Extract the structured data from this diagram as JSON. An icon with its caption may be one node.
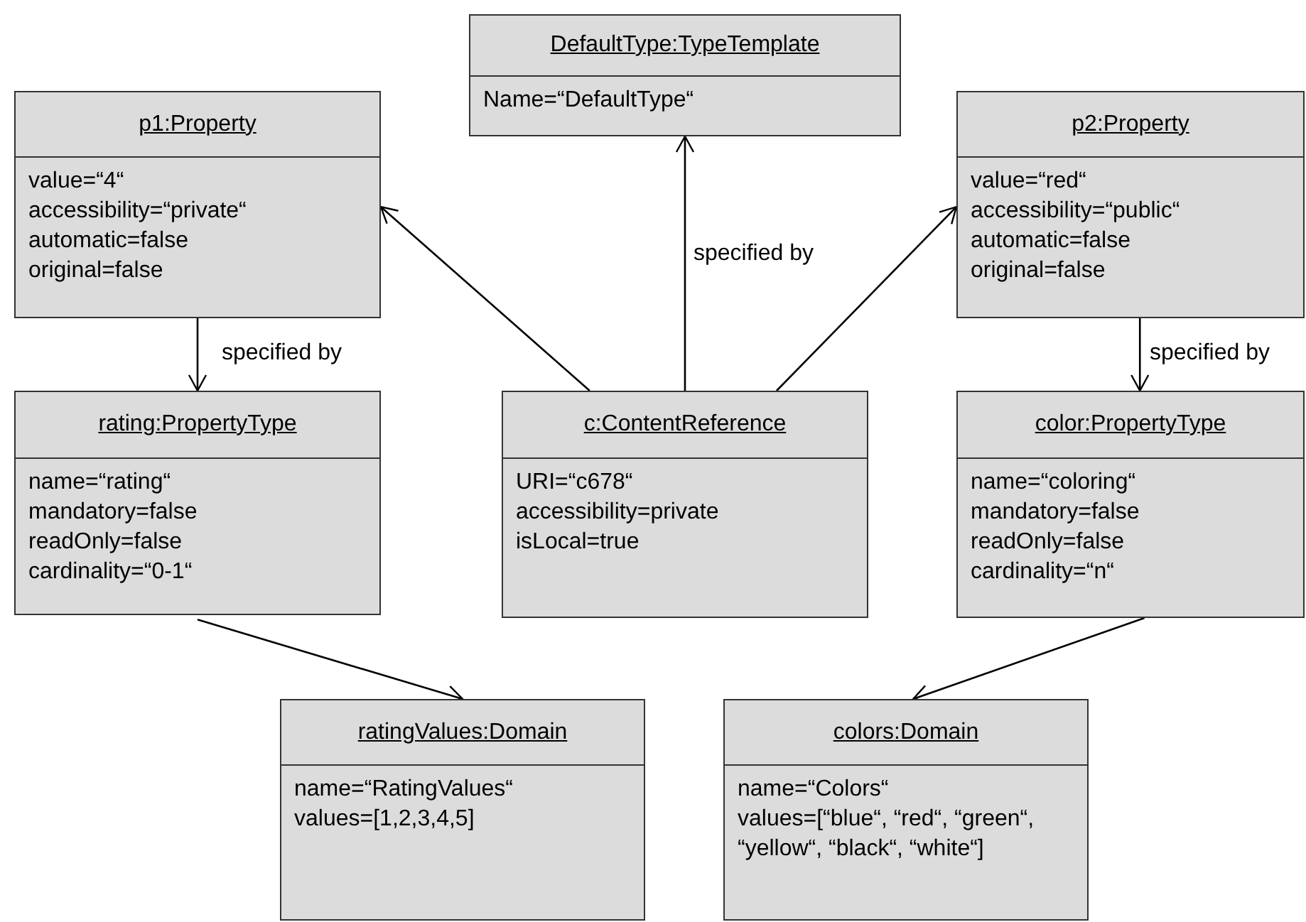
{
  "diagram": {
    "nodes": [
      {
        "text": [
          "DefaultType:TypeTemplate",
          "Name=“DefaultType“"
        ]
      },
      {
        "text": [
          "p1:Property",
          "value=“4“",
          "accessibility=“private“",
          "automatic=false",
          "original=false"
        ]
      },
      {
        "text": [
          "p2:Property",
          "value=“red“",
          "accessibility=“public“",
          "automatic=false",
          "original=false"
        ]
      },
      {
        "text": [
          "rating:PropertyType",
          "name=“rating“",
          "mandatory=false",
          "readOnly=false",
          "cardinality=“0-1“"
        ]
      },
      {
        "text": [
          "c:ContentReference",
          "URI=“c678“",
          "accessibility=private",
          "isLocal=true"
        ]
      },
      {
        "text": [
          "color:PropertyType",
          "name=“coloring“",
          "mandatory=false",
          "readOnly=false",
          "cardinality=“n“"
        ]
      },
      {
        "text": [
          "ratingValues:Domain",
          "name=“RatingValues“",
          "values=[1,2,3,4,5]"
        ]
      },
      {
        "text": [
          "colors:Domain",
          "name=“Colors“",
          "values=[“blue“, “red“, “green“, “yellow“, “black“, “white“]"
        ]
      }
    ],
    "edges": [
      {
        "from": 1,
        "to": 3,
        "arrow": "to",
        "label": "specified by"
      },
      {
        "from": 4,
        "to": 1,
        "arrow": "to"
      },
      {
        "from": 4,
        "to": 0,
        "arrow": "to",
        "label": "specified by"
      },
      {
        "from": 4,
        "to": 2,
        "arrow": "to"
      },
      {
        "from": 2,
        "to": 5,
        "arrow": "to",
        "label": "specified by"
      },
      {
        "from": 3,
        "to": 6,
        "arrow": "to"
      },
      {
        "from": 5,
        "to": 7,
        "arrow": "to"
      }
    ]
  }
}
